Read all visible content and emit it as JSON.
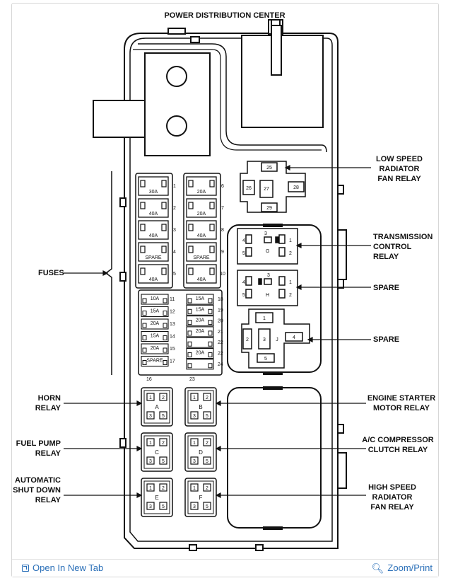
{
  "title": "POWER DISTRIBUTION CENTER",
  "labels": {
    "low_speed": [
      "LOW SPEED",
      "RADIATOR",
      "FAN RELAY"
    ],
    "trans": [
      "TRANSMISSION",
      "CONTROL",
      "RELAY"
    ],
    "spare1": "SPARE",
    "spare2": "SPARE",
    "fuses": "FUSES",
    "horn": [
      "HORN",
      "RELAY"
    ],
    "fuel": [
      "FUEL PUMP",
      "RELAY"
    ],
    "asd": [
      "AUTOMATIC",
      "SHUT DOWN",
      "RELAY"
    ],
    "starter": [
      "ENGINE STARTER",
      "MOTOR RELAY"
    ],
    "ac": [
      "A/C COMPRESSOR",
      "CLUTCH RELAY"
    ],
    "high_speed": [
      "HIGH SPEED",
      "RADIATOR",
      "FAN RELAY"
    ]
  },
  "big_fuses_left": [
    {
      "amp": "30A",
      "num": "1"
    },
    {
      "amp": "40A",
      "num": "2"
    },
    {
      "amp": "40A",
      "num": "3"
    },
    {
      "amp": "SPARE",
      "num": "4"
    },
    {
      "amp": "40A",
      "num": "5"
    }
  ],
  "big_fuses_right": [
    {
      "amp": "20A",
      "num": "6"
    },
    {
      "amp": "20A",
      "num": "7"
    },
    {
      "amp": "40A",
      "num": "8"
    },
    {
      "amp": "SPARE",
      "num": "9"
    },
    {
      "amp": "40A",
      "num": "10"
    }
  ],
  "mini_fuses_left": [
    {
      "amp": "10A",
      "num": "11"
    },
    {
      "amp": "15A",
      "num": "12"
    },
    {
      "amp": "20A",
      "num": "13"
    },
    {
      "amp": "15A",
      "num": "14"
    },
    {
      "amp": "20A",
      "num": "15"
    },
    {
      "amp": "SPARE",
      "num": "17"
    }
  ],
  "mini_fuses_right": [
    {
      "amp": "15A",
      "num": "18"
    },
    {
      "amp": "15A",
      "num": "19"
    },
    {
      "amp": "20A",
      "num": "20"
    },
    {
      "amp": "20A",
      "num": "21"
    },
    {
      "amp": "",
      "num": "22"
    },
    {
      "amp": "20A",
      "num": "22"
    },
    {
      "amp": "",
      "num": "24"
    }
  ],
  "bottom_nums": {
    "left": "16",
    "right": "23"
  },
  "relays_top": {
    "r25": "25",
    "r26": "26",
    "r27": "27",
    "r28": "28",
    "r29": "29",
    "g": {
      "letter": "G",
      "p": [
        "4",
        "3",
        "1",
        "5",
        "2"
      ]
    },
    "h": {
      "letter": "H",
      "p": [
        "4",
        "3",
        "1",
        "5",
        "2"
      ]
    },
    "j": {
      "letter": "J",
      "p": [
        "1",
        "2",
        "3",
        "4",
        "5"
      ]
    }
  },
  "small_relays": [
    {
      "letter": "A",
      "p": [
        "1",
        "2",
        "3",
        "5"
      ]
    },
    {
      "letter": "B",
      "p": [
        "1",
        "2",
        "3",
        "5"
      ]
    },
    {
      "letter": "C",
      "p": [
        "1",
        "2",
        "3",
        "5"
      ]
    },
    {
      "letter": "D",
      "p": [
        "1",
        "2",
        "3",
        "5"
      ]
    },
    {
      "letter": "E",
      "p": [
        "1",
        "2",
        "3",
        "5"
      ]
    },
    {
      "letter": "F",
      "p": [
        "1",
        "2",
        "3",
        "5"
      ]
    }
  ],
  "footer": {
    "open_tab": "Open In New Tab",
    "zoom": "Zoom/Print"
  }
}
